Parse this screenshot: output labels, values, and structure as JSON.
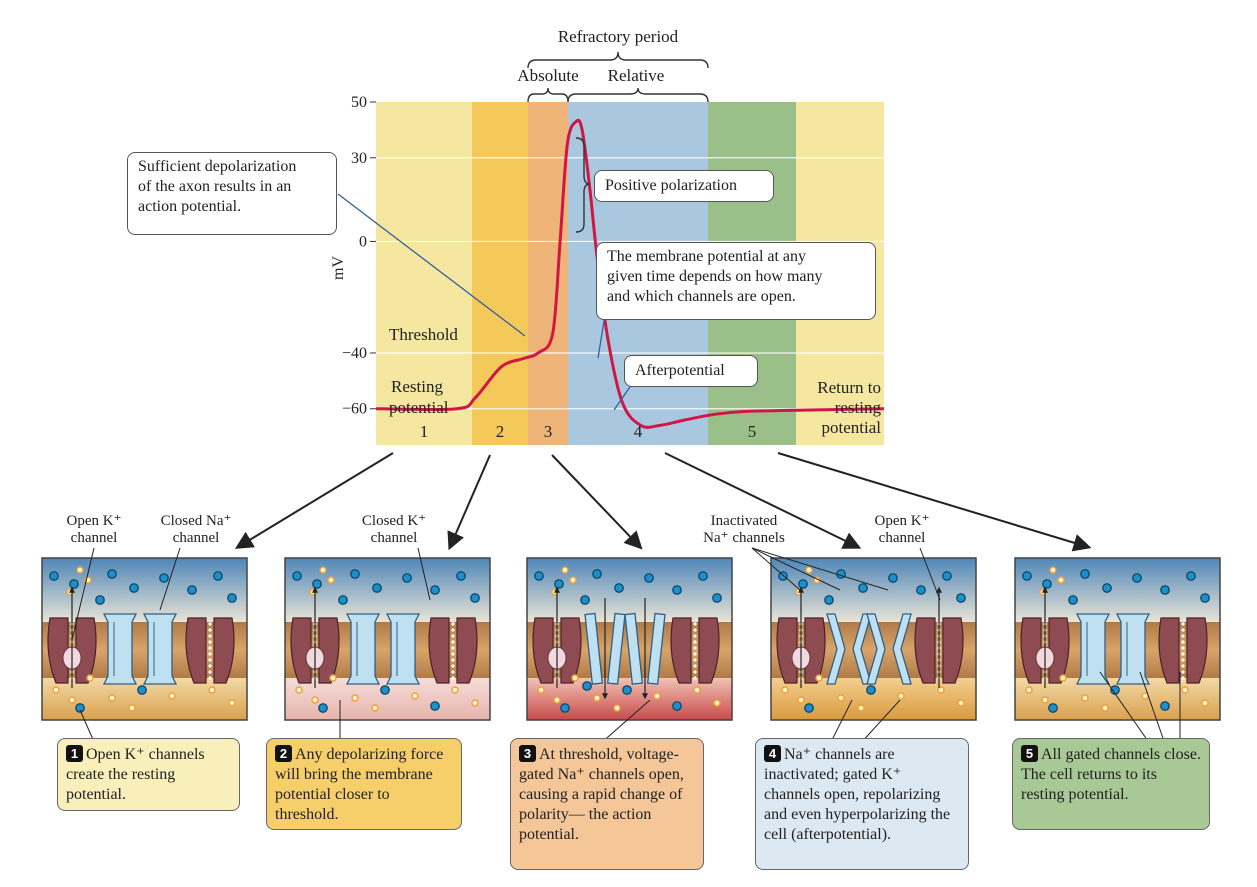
{
  "colors": {
    "phase1": "#f5e6a0",
    "phase2": "#f5c85a",
    "phase3": "#efb477",
    "phase4": "#a9c8e0",
    "phase5": "#9bbf88",
    "phase6": "#f5e6a0",
    "trace": "#d11646",
    "channel_blue": "#bfe0f0",
    "k_channel": "#8e4b52",
    "na_ion": "#1e90c8",
    "k_ion": "#f0a030"
  },
  "header": {
    "refractory": "Refractory period",
    "absolute": "Absolute",
    "relative": "Relative"
  },
  "chart_data": {
    "type": "line",
    "title": "",
    "ylabel": "mV",
    "ylim": [
      -73,
      50
    ],
    "yticks": [
      "50",
      "30",
      "0",
      "−40",
      "−60"
    ],
    "ytick_values": [
      50,
      30,
      0,
      -40,
      -60
    ],
    "phases": [
      "1",
      "2",
      "3",
      "4",
      "5",
      ""
    ],
    "series": [
      {
        "values": [
          [
            0,
            -60
          ],
          [
            1.1,
            -60
          ],
          [
            1.35,
            -56
          ],
          [
            1.7,
            -45
          ],
          [
            2.0,
            -42
          ],
          [
            2.2,
            -40
          ],
          [
            2.4,
            -33
          ],
          [
            2.5,
            0
          ],
          [
            2.6,
            35
          ],
          [
            2.72,
            43
          ],
          [
            2.8,
            40
          ],
          [
            2.9,
            20
          ],
          [
            3.0,
            -5
          ],
          [
            3.15,
            -35
          ],
          [
            3.35,
            -58
          ],
          [
            3.6,
            -66
          ],
          [
            3.85,
            -66
          ],
          [
            4.2,
            -64
          ],
          [
            4.6,
            -62
          ],
          [
            5.0,
            -61
          ],
          [
            5.8,
            -60.5
          ],
          [
            6.9,
            -60
          ]
        ]
      }
    ],
    "labels": {
      "threshold": "Threshold",
      "resting": [
        "Resting",
        "potential"
      ],
      "return": [
        "Return to",
        "resting",
        "potential"
      ]
    }
  },
  "callouts": {
    "sufficient": [
      "Sufficient depolarization",
      "of the axon results in an",
      "action potential."
    ],
    "positive": "Positive polarization",
    "membrane": [
      "The membrane potential at any",
      "given time depends on how many",
      "and which channels are open."
    ],
    "afterpotential": "Afterpotential"
  },
  "panel_labels": {
    "p1_open_k": [
      "Open K⁺",
      "channel"
    ],
    "p1_closed_na": [
      "Closed Na⁺",
      "channel"
    ],
    "p2_closed_k": [
      "Closed K⁺",
      "channel"
    ],
    "p4_inactivated": [
      "Inactivated",
      "Na⁺ channels"
    ],
    "p4_open_k": [
      "Open K⁺",
      "channel"
    ]
  },
  "steps": [
    {
      "num": "1",
      "text": "Open K⁺ channels create the resting potential."
    },
    {
      "num": "2",
      "text": "Any depolarizing force will bring the membrane potential closer to threshold."
    },
    {
      "num": "3",
      "text": "At threshold, voltage-gated Na⁺ channels open, causing a rapid change of polarity— the action potential."
    },
    {
      "num": "4",
      "text": "Na⁺ channels are inactivated; gated K⁺ channels open, repolarizing and even hyperpolarizing the cell (afterpotential)."
    },
    {
      "num": "5",
      "text": "All gated channels close. The cell returns to its resting potential."
    }
  ]
}
